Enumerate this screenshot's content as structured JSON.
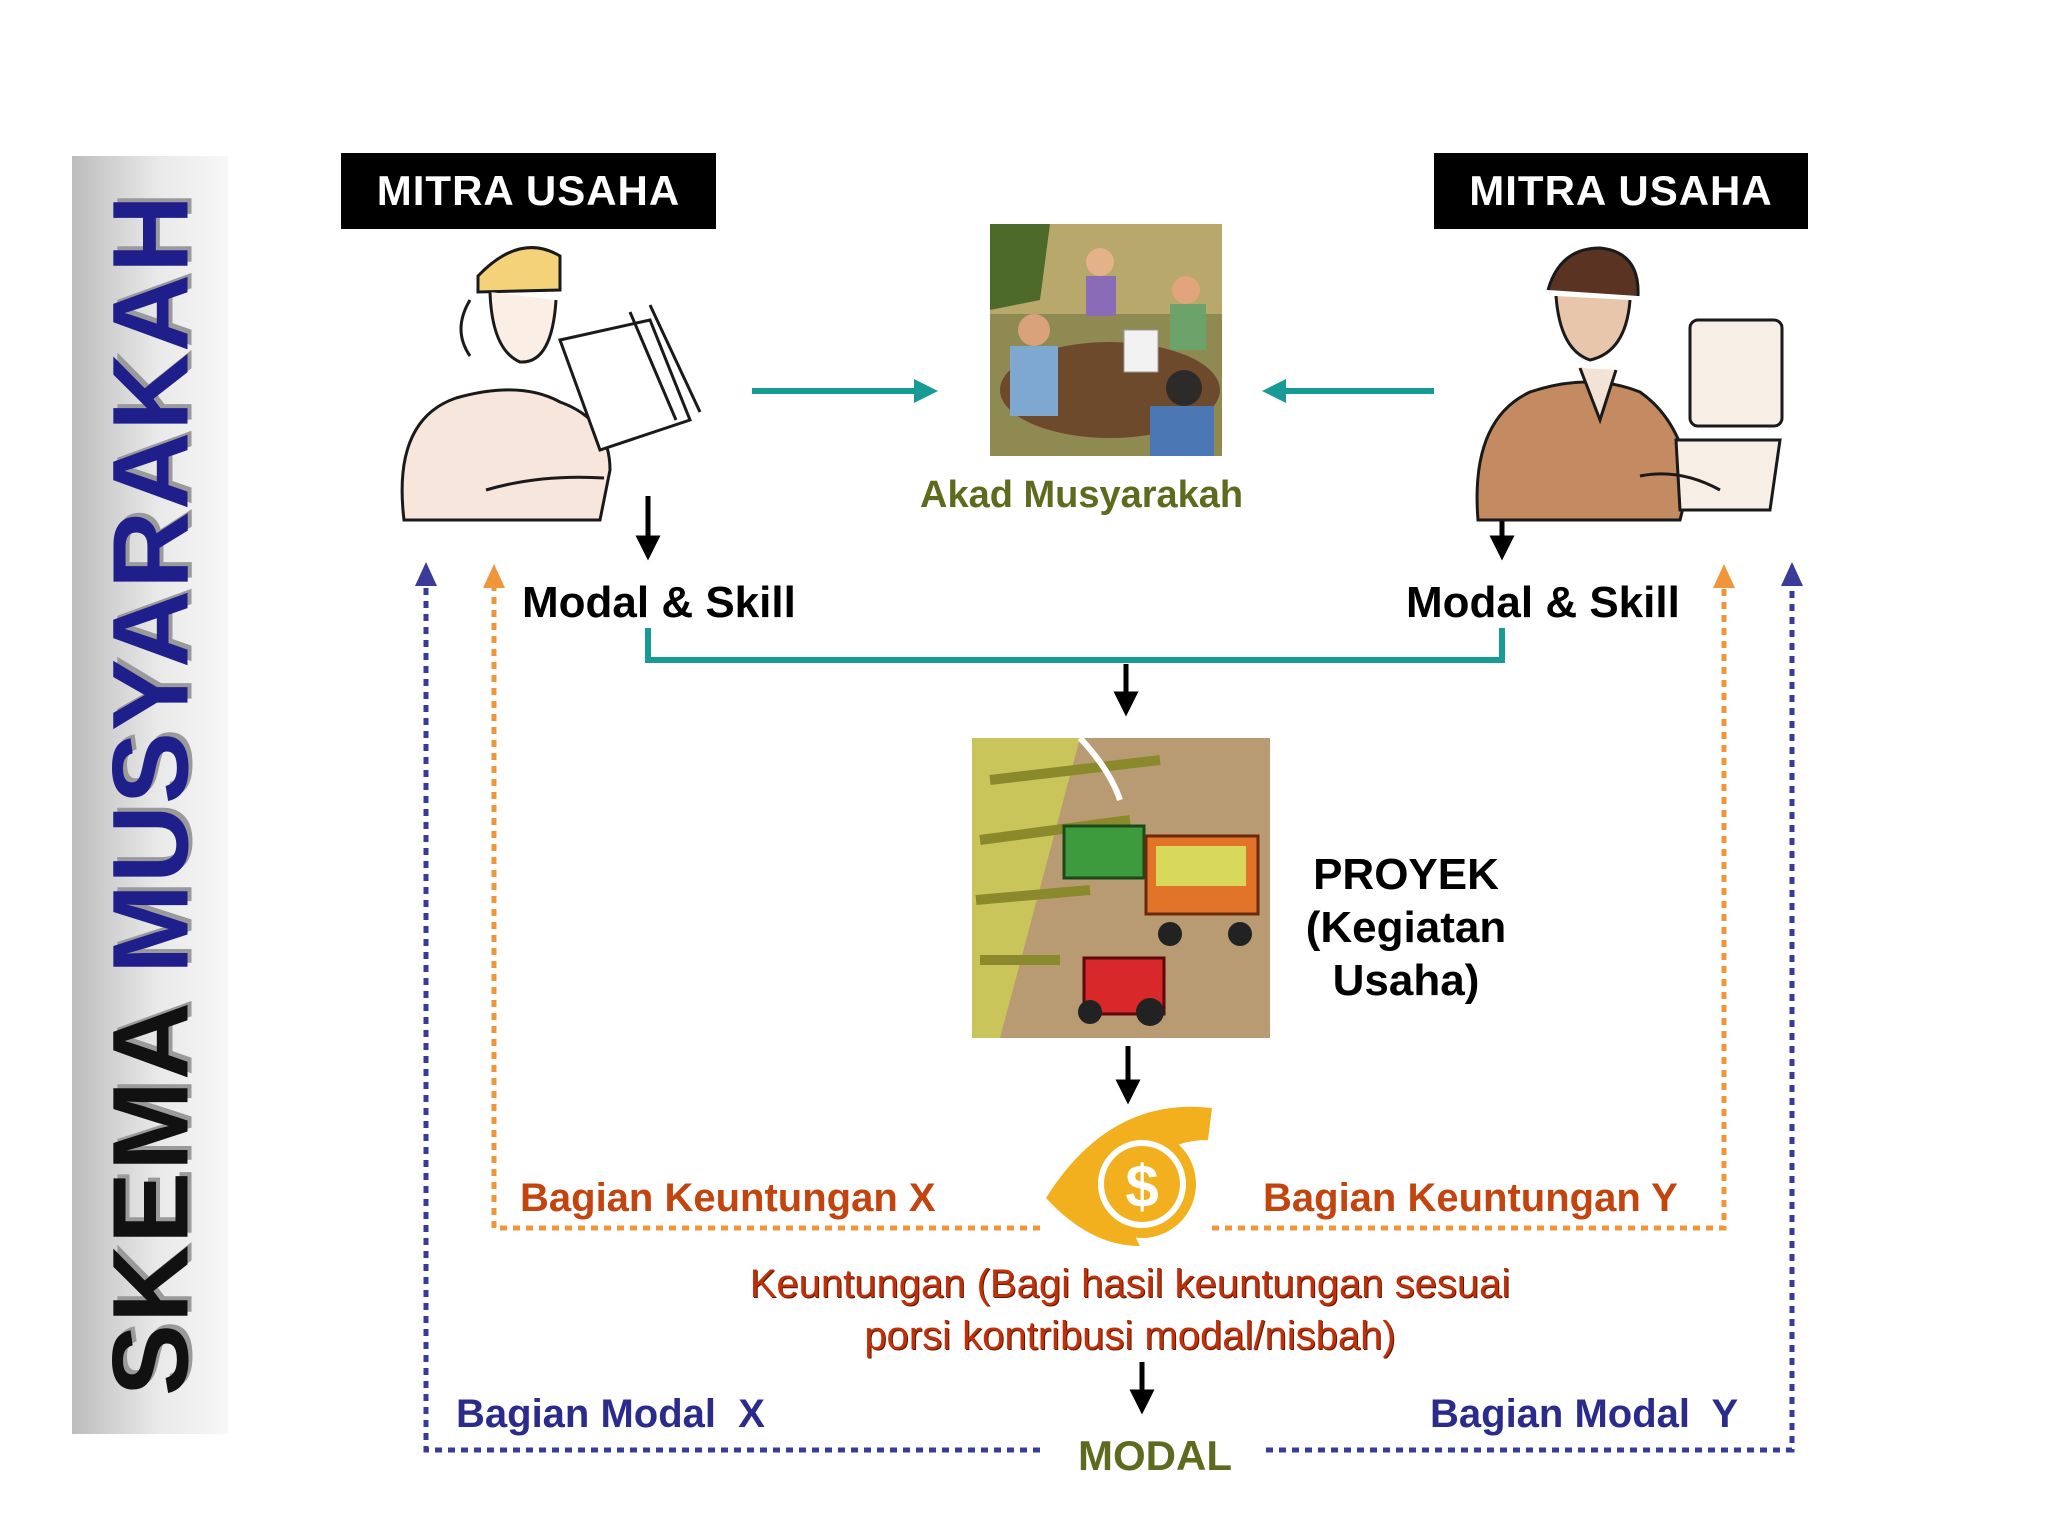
{
  "title": {
    "word1": "SKEMA",
    "word2": "MUSYARAKAH"
  },
  "partners": {
    "left_label": "MITRA USAHA",
    "right_label": "MITRA USAHA"
  },
  "contract": {
    "label": "Akad Musyarakah"
  },
  "contributions": {
    "left": "Modal & Skill",
    "right": "Modal & Skill"
  },
  "project": {
    "label": "PROYEK (Kegiatan Usaha)"
  },
  "profit": {
    "left": "Bagian Keuntungan X",
    "right": "Bagian Keuntungan Y",
    "description": "Keuntungan (Bagi hasil keuntungan sesuai porsi kontribusi modal/nisbah)",
    "icon": "dollar-coin-icon"
  },
  "capital": {
    "left": "Bagian Modal  X",
    "right": "Bagian Modal  Y",
    "label": "MODAL"
  },
  "colors": {
    "teal_connector": "#189a96",
    "profit_dotted": "#f0953a",
    "capital_dotted": "#3a3a99",
    "profit_text": "#c2440f",
    "capital_text": "#2b2b8c",
    "olive_text": "#5f6a1f",
    "coin": "#f2b01e"
  }
}
